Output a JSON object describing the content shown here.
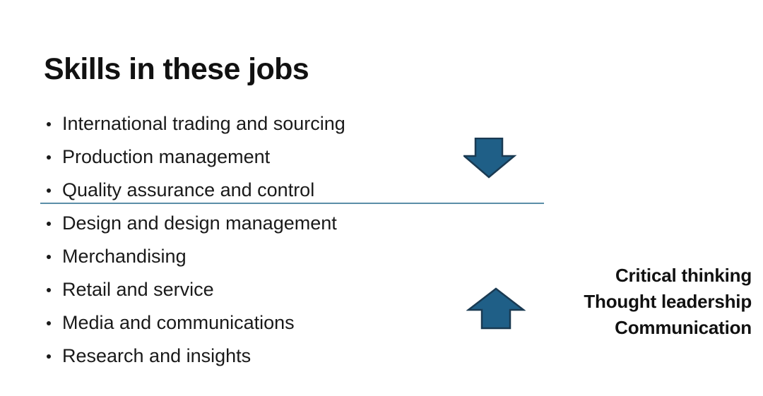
{
  "slide": {
    "title": "Skills in these jobs",
    "background_color": "#ffffff",
    "text_color": "#111111"
  },
  "skills_list": {
    "items": [
      {
        "label": "International trading and sourcing"
      },
      {
        "label": "Production management"
      },
      {
        "label": "Quality assurance and control"
      },
      {
        "label": "Design and design management"
      },
      {
        "label": "Merchandising"
      },
      {
        "label": "Retail and service"
      },
      {
        "label": "Media and communications"
      },
      {
        "label": "Research and insights"
      }
    ]
  },
  "divider": {
    "color": "#5b8ea8"
  },
  "arrows": {
    "down": {
      "name": "arrow-down-icon",
      "fill_color": "#1f5f87",
      "stroke_color": "#1a3a52"
    },
    "up": {
      "name": "arrow-up-icon",
      "fill_color": "#1f5f87",
      "stroke_color": "#1a3a52"
    }
  },
  "soft_skills": {
    "lines": [
      "Critical thinking",
      "Thought leadership",
      "Communication"
    ]
  }
}
